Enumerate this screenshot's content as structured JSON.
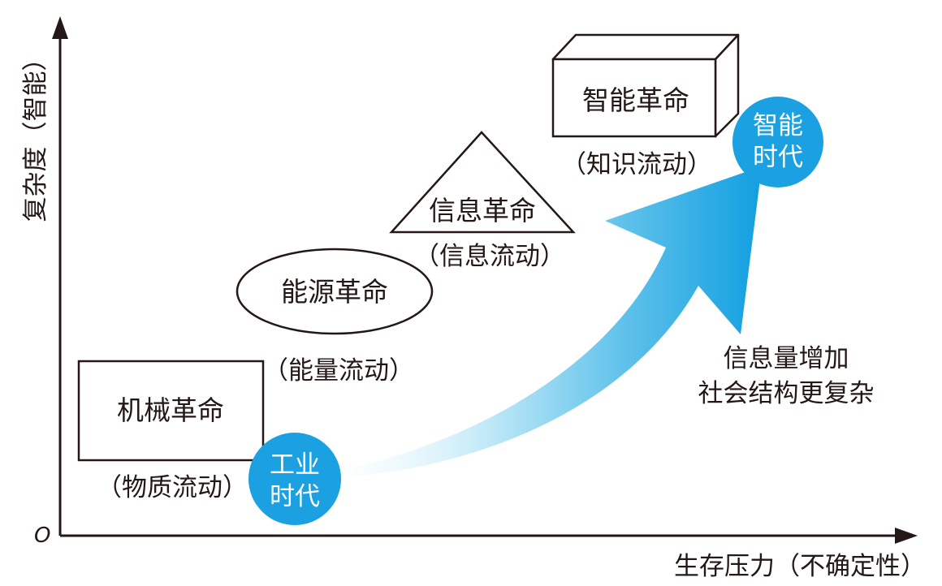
{
  "axes": {
    "origin": "O",
    "y_label": "复杂度（智能）",
    "x_label": "生存压力（不确定性）"
  },
  "stages": {
    "mechanical": {
      "title": "机械革命",
      "flow": "（物质流动）"
    },
    "energy": {
      "title": "能源革命",
      "flow": "（能量流动）"
    },
    "information": {
      "title": "信息革命",
      "flow": "（信息流动）"
    },
    "intelligence": {
      "title": "智能革命",
      "flow": "（知识流动）"
    }
  },
  "eras": {
    "industrial": {
      "line1": "工业",
      "line2": "时代"
    },
    "intelligent": {
      "line1": "智能",
      "line2": "时代"
    }
  },
  "trend": {
    "line1": "信息量增加",
    "line2": "社会结构更复杂"
  },
  "colors": {
    "accent": "#1ba1e2",
    "ink": "#231815",
    "arrow_light": "#dff3fb"
  }
}
